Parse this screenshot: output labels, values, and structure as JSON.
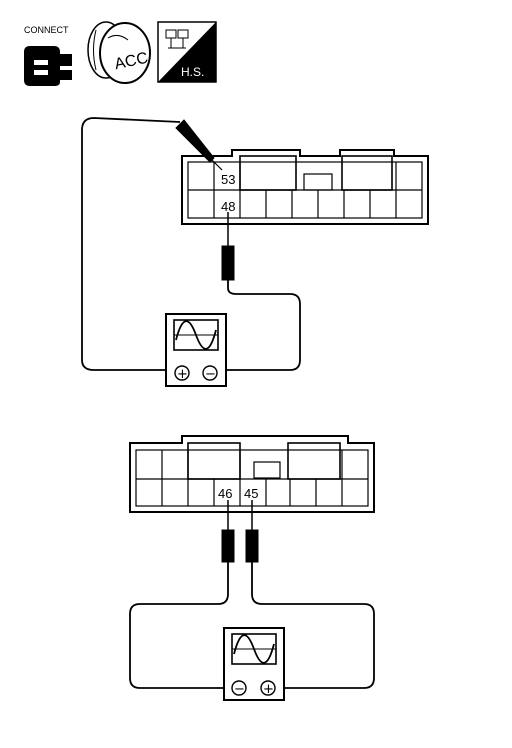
{
  "icons": {
    "connect": {
      "label": "CONNECT",
      "icon": "connector-connect-icon"
    },
    "ignition": {
      "label": "ACC",
      "icon": "ignition-key-acc-icon"
    },
    "hs": {
      "label": "H.S.",
      "icon": "harness-side-icon"
    }
  },
  "diagram_top": {
    "terminals": {
      "upper": "53",
      "lower": "48"
    },
    "meter": {
      "icon": "oscilloscope-icon",
      "plus": "+",
      "minus": "−"
    }
  },
  "diagram_bottom": {
    "terminals": {
      "left": "46",
      "right": "45"
    },
    "meter": {
      "icon": "oscilloscope-icon",
      "minus": "−",
      "plus": "+"
    }
  },
  "colors": {
    "line": "#000000",
    "background": "#ffffff"
  }
}
